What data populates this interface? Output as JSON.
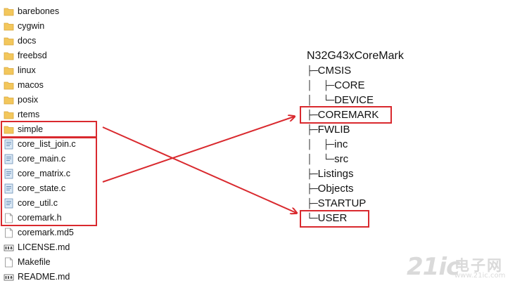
{
  "files": [
    {
      "name": "barebones",
      "icon": "folder-icon"
    },
    {
      "name": "cygwin",
      "icon": "folder-icon"
    },
    {
      "name": "docs",
      "icon": "folder-icon"
    },
    {
      "name": "freebsd",
      "icon": "folder-icon"
    },
    {
      "name": "linux",
      "icon": "folder-icon"
    },
    {
      "name": "macos",
      "icon": "folder-icon"
    },
    {
      "name": "posix",
      "icon": "folder-icon"
    },
    {
      "name": "rtems",
      "icon": "folder-icon"
    },
    {
      "name": "simple",
      "icon": "folder-icon"
    },
    {
      "name": "core_list_join.c",
      "icon": "c-source-file-icon"
    },
    {
      "name": "core_main.c",
      "icon": "c-source-file-icon"
    },
    {
      "name": "core_matrix.c",
      "icon": "c-source-file-icon"
    },
    {
      "name": "core_state.c",
      "icon": "c-source-file-icon"
    },
    {
      "name": "core_util.c",
      "icon": "c-source-file-icon"
    },
    {
      "name": "coremark.h",
      "icon": "blank-file-icon"
    },
    {
      "name": "coremark.md5",
      "icon": "blank-file-icon"
    },
    {
      "name": "LICENSE.md",
      "icon": "markdown-file-icon"
    },
    {
      "name": "Makefile",
      "icon": "blank-file-icon"
    },
    {
      "name": "README.md",
      "icon": "markdown-file-icon"
    }
  ],
  "tree": {
    "root": "N32G43xCoreMark",
    "items": [
      {
        "prefix": "├─",
        "name": "CMSIS"
      },
      {
        "prefix": "│  ├─",
        "name": "CORE"
      },
      {
        "prefix": "│  └─",
        "name": "DEVICE"
      },
      {
        "prefix": "├─",
        "name": "COREMARK"
      },
      {
        "prefix": "├─",
        "name": "FWLIB"
      },
      {
        "prefix": "│  ├─",
        "name": "inc"
      },
      {
        "prefix": "│  └─",
        "name": "src"
      },
      {
        "prefix": "├─",
        "name": "Listings"
      },
      {
        "prefix": "├─",
        "name": "Objects"
      },
      {
        "prefix": "├─",
        "name": "STARTUP"
      },
      {
        "prefix": "└─",
        "name": "USER"
      }
    ]
  },
  "annotation_color": "#d9292e",
  "folder_color": "#f3c75c",
  "watermark": {
    "brand": "21ic",
    "cn": "电子网",
    "url": "www.21ic.com"
  }
}
